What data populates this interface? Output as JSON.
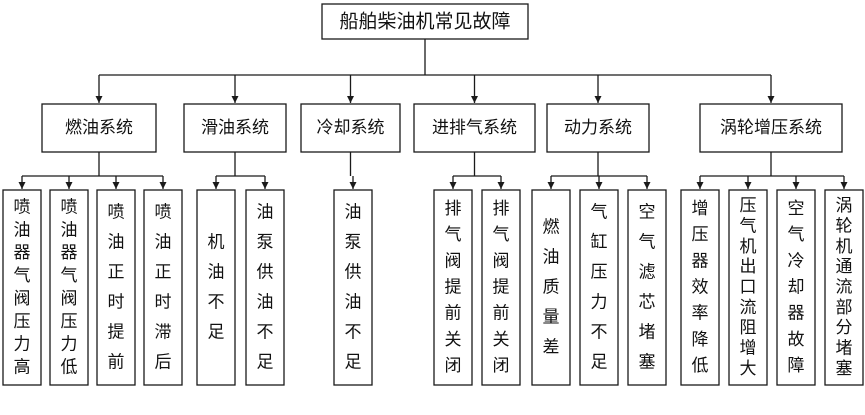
{
  "root": {
    "label": "船舶柴油机常见故障"
  },
  "systems": [
    {
      "label": "燃油系统",
      "faults": [
        "喷油器气阀压力高",
        "喷油器气阀压力低",
        "喷油正时提前",
        "喷油正时滞后"
      ]
    },
    {
      "label": "滑油系统",
      "faults": [
        "机油不足",
        "油泵供油不足"
      ]
    },
    {
      "label": "冷却系统",
      "faults": [
        "油泵供油不足"
      ]
    },
    {
      "label": "进排气系统",
      "faults": [
        "排气阀提前关闭",
        "排气阀提前关闭"
      ]
    },
    {
      "label": "动力系统",
      "faults": [
        "燃油质量差",
        "气缸压力不足",
        "空气滤芯堵塞"
      ]
    },
    {
      "label": "涡轮增压系统",
      "faults": [
        "增压器效率降低",
        "压气机出口流阻增大",
        "空气冷却器故障",
        "涡轮机通流部分堵塞"
      ]
    }
  ]
}
